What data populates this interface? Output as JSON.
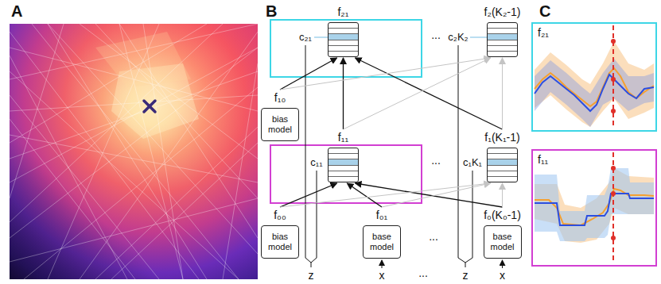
{
  "diagram": {
    "nodes": [
      {
        "text": [
          "f₂₁"
        ]
      },
      {
        "text": [
          "f₂(K₂-1)"
        ]
      },
      {
        "text": [
          "f₁₀",
          "bias model"
        ]
      },
      {
        "text": [
          "f₁₁"
        ]
      },
      {
        "text": [
          "f₁(K₁-1)"
        ]
      },
      {
        "text": [
          "f₀₀",
          "bias model"
        ]
      },
      {
        "text": [
          "f₀₁",
          "base model"
        ]
      },
      {
        "text": [
          "f₀(K₀-1)",
          "base model"
        ]
      },
      {
        "text": [
          "f₂₁"
        ]
      },
      {
        "text": [
          "f₁₁"
        ]
      }
    ],
    "edges": [
      {
        "from": 2,
        "to": 0,
        "arrow": "to"
      },
      {
        "from": 3,
        "to": 0,
        "arrow": "to"
      },
      {
        "from": 4,
        "to": 0,
        "arrow": "to"
      },
      {
        "from": 2,
        "to": 1,
        "arrow": "to"
      },
      {
        "from": 3,
        "to": 1,
        "arrow": "to"
      },
      {
        "from": 4,
        "to": 1,
        "arrow": "to"
      },
      {
        "from": 5,
        "to": 3,
        "arrow": "to"
      },
      {
        "from": 6,
        "to": 3,
        "arrow": "to"
      },
      {
        "from": 7,
        "to": 3,
        "arrow": "to"
      },
      {
        "from": 5,
        "to": 4,
        "arrow": "to"
      },
      {
        "from": 6,
        "to": 4,
        "arrow": "to"
      },
      {
        "from": 7,
        "to": 4,
        "arrow": "to"
      }
    ],
    "labels": [
      "A",
      "B",
      "c₂₁",
      "...",
      "c₂K₂",
      "c₁₁",
      "...",
      "c₁K₁",
      "...",
      "z",
      "x",
      "...",
      "z",
      "x",
      "C"
    ]
  }
}
